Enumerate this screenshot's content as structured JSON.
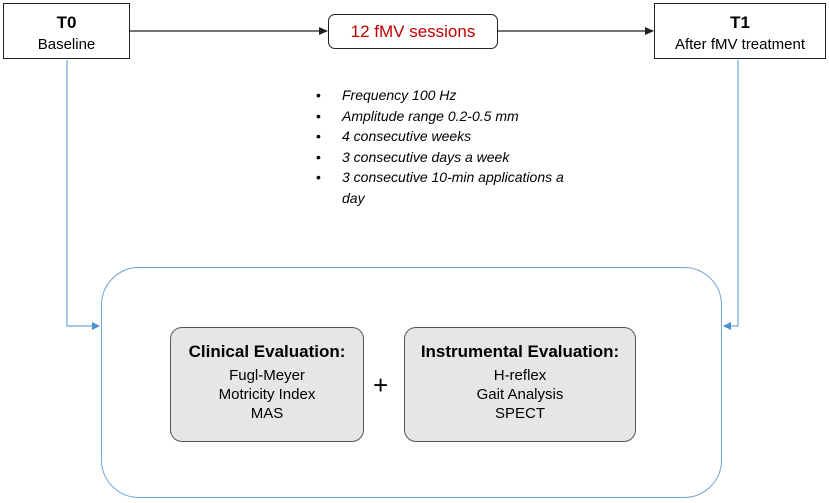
{
  "t0": {
    "title": "T0",
    "subtitle": "Baseline"
  },
  "t1": {
    "title": "T1",
    "subtitle": "After fMV treatment"
  },
  "sessions": {
    "label": "12 fMV sessions"
  },
  "protocol": [
    "Frequency 100 Hz",
    "Amplitude range 0.2-0.5 mm",
    "4 consecutive weeks",
    "3 consecutive days a week",
    "3 consecutive 10-min applications a day"
  ],
  "clinical": {
    "title": "Clinical Evaluation:",
    "items": [
      "Fugl-Meyer",
      "Motricity Index",
      "MAS"
    ]
  },
  "instrumental": {
    "title": "Instrumental Evaluation:",
    "items": [
      "H-reflex",
      "Gait Analysis",
      "SPECT"
    ]
  },
  "plus": "+",
  "colors": {
    "sessions_text": "#c00000",
    "connector_blue": "#6ea7d8",
    "eval_fill": "#e6e6e6"
  }
}
